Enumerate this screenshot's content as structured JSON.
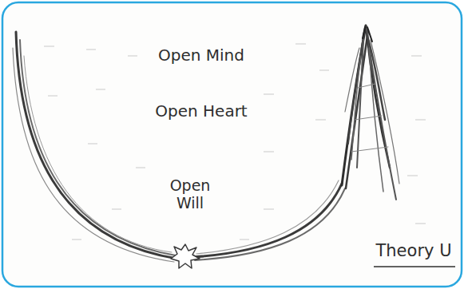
{
  "diagram": {
    "labels": [
      "Open Mind",
      "Open Heart",
      "Open Will",
      "Theory U"
    ]
  }
}
